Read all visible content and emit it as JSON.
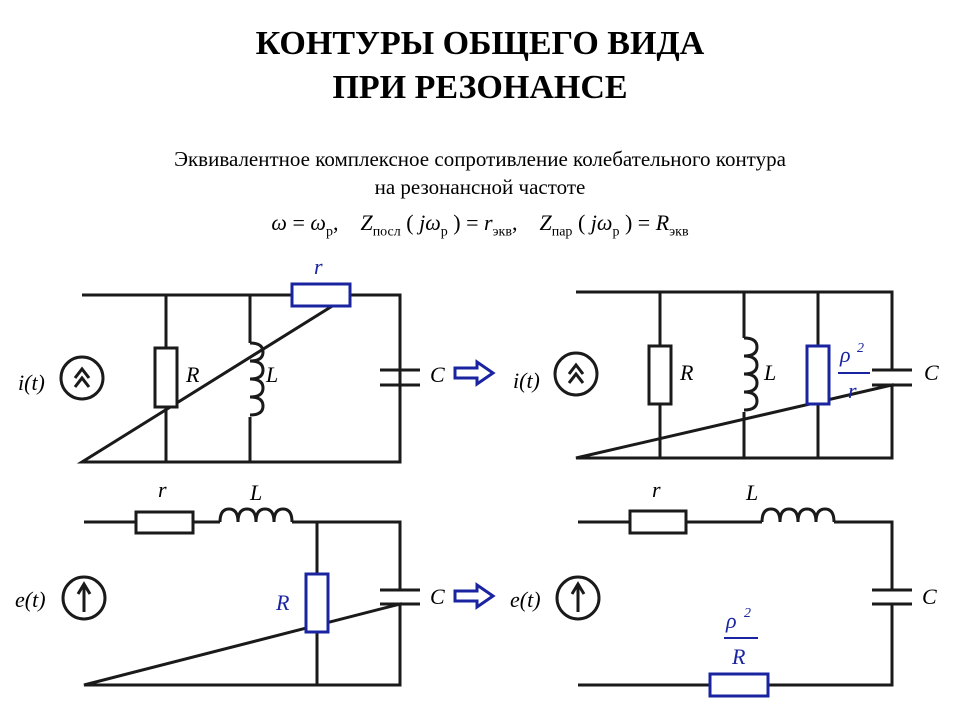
{
  "title": {
    "line1": "КОНТУРЫ ОБЩЕГО ВИДА",
    "line2": "ПРИ РЕЗОНАНСЕ"
  },
  "subtitle": {
    "line1": "Эквивалентное комплексное сопротивление колебательного контура",
    "line2": "на резонансной частоте"
  },
  "formula": {
    "omega": "ω",
    "eq": "=",
    "omega_p": "ω",
    "sub_p": "р",
    "comma": ",",
    "z1": "Z",
    "z1_sub": "посл",
    "open": "(",
    "j": "j",
    "w": "ω",
    "close": ")",
    "r": "r",
    "r_sub": "экв",
    "z2": "Z",
    "z2_sub": "пар",
    "R": "R",
    "R_sub": "экв"
  },
  "labels": {
    "r": "r",
    "R": "R",
    "L": "L",
    "C": "C",
    "it": "i(t)",
    "et": "e(t)",
    "rho2": "ρ",
    "sq": "2"
  },
  "colors": {
    "wire": "#1a1a1a",
    "accent": "#1a24a0",
    "text": "#000000"
  }
}
